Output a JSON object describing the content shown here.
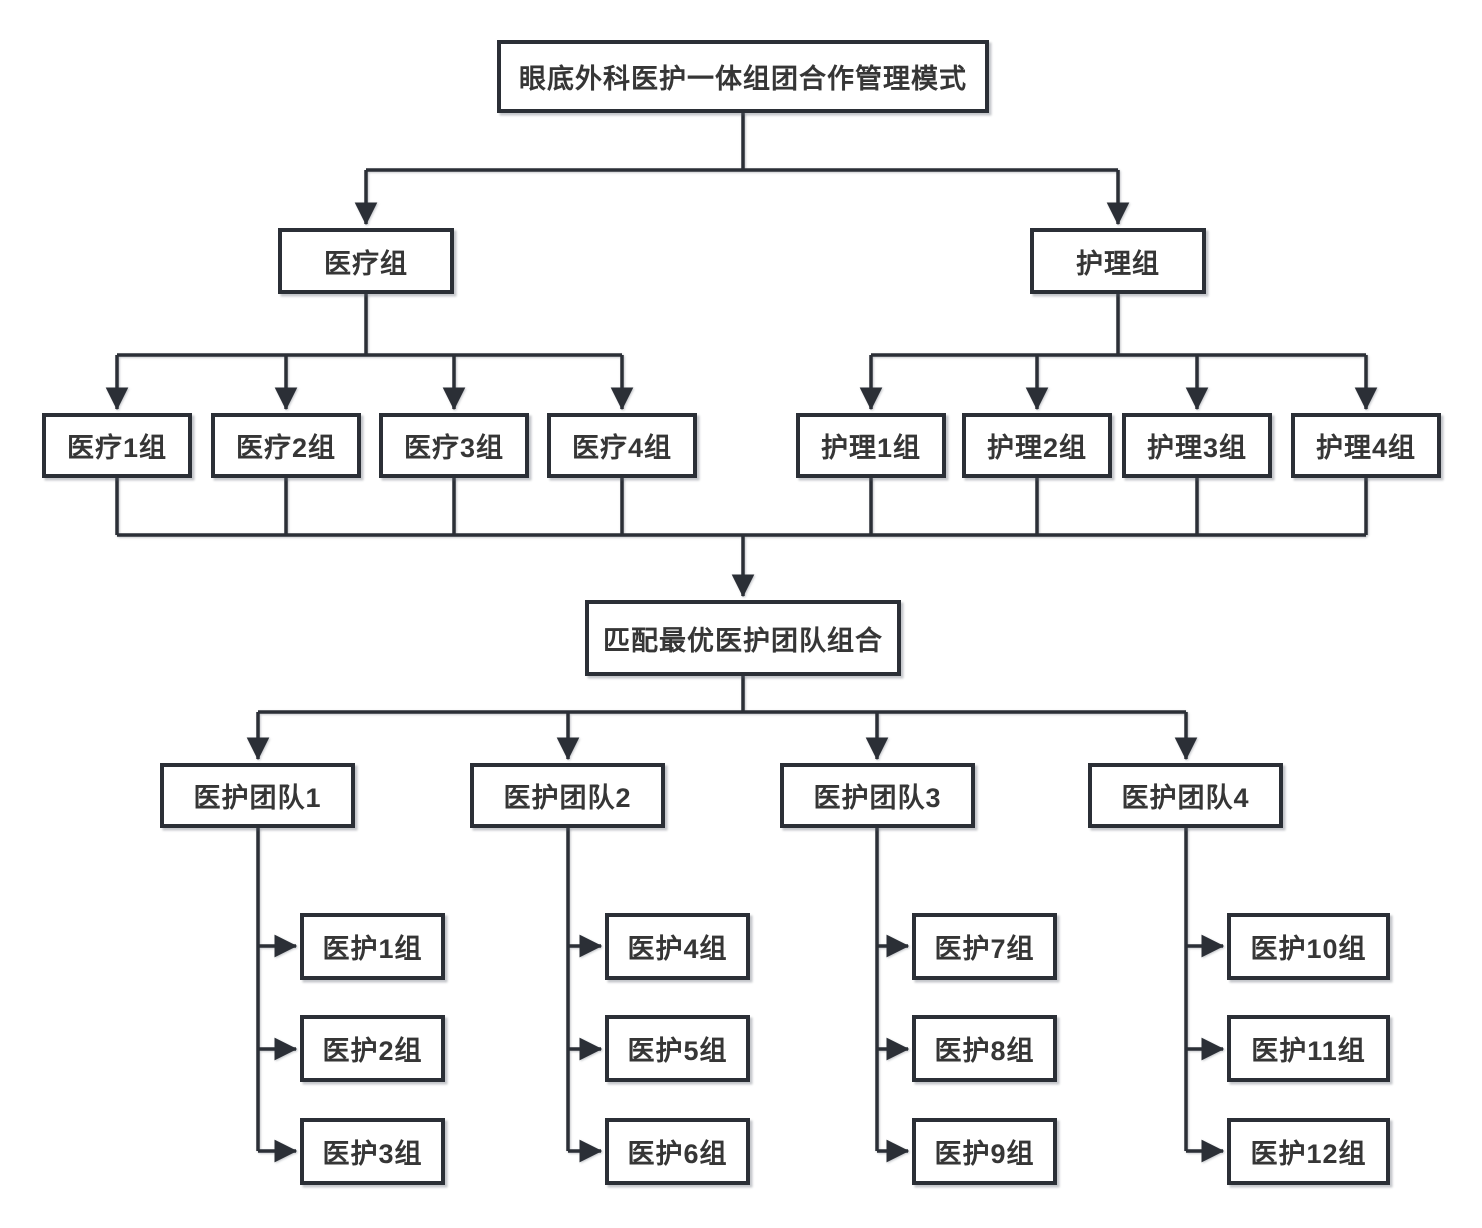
{
  "diagram": {
    "title": "眼底外科医护一体组团合作管理模式",
    "root": {
      "label": "眼底外科医护一体组团合作管理模式"
    },
    "branches": [
      {
        "id": "medical",
        "label": "医疗组",
        "children": [
          "医疗1组",
          "医疗2组",
          "医疗3组",
          "医疗4组"
        ]
      },
      {
        "id": "nursing",
        "label": "护理组",
        "children": [
          "护理1组",
          "护理2组",
          "护理3组",
          "护理4组"
        ]
      }
    ],
    "match_node": {
      "label": "匹配最优医护团队组合"
    },
    "teams": [
      {
        "label": "医护团队1",
        "members": [
          "医护1组",
          "医护2组",
          "医护3组"
        ]
      },
      {
        "label": "医护团队2",
        "members": [
          "医护4组",
          "医护5组",
          "医护6组"
        ]
      },
      {
        "label": "医护团队3",
        "members": [
          "医护7组",
          "医护8组",
          "医护9组"
        ]
      },
      {
        "label": "医护团队4",
        "members": [
          "医护10组",
          "医护11组",
          "医护12组"
        ]
      }
    ],
    "colors": {
      "line": "#2b2f36",
      "box_border": "#2b2f36",
      "box_background": "#ffffff",
      "text": "#363636",
      "page_background": "#ffffff"
    }
  }
}
